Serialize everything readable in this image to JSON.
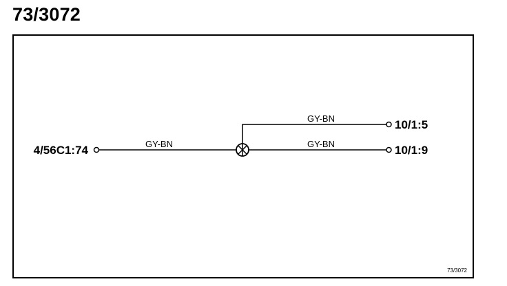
{
  "diagram": {
    "title": "73/3072",
    "reference": "73/3072",
    "connectors": {
      "left": "4/56C1:74",
      "right_top": "10/1:5",
      "right_bottom": "10/1:9"
    },
    "wires": {
      "main": "GY-BN",
      "branch_top": "GY-BN",
      "branch_bottom": "GY-BN"
    },
    "colors": {
      "line": "#000000",
      "background": "#ffffff"
    }
  }
}
